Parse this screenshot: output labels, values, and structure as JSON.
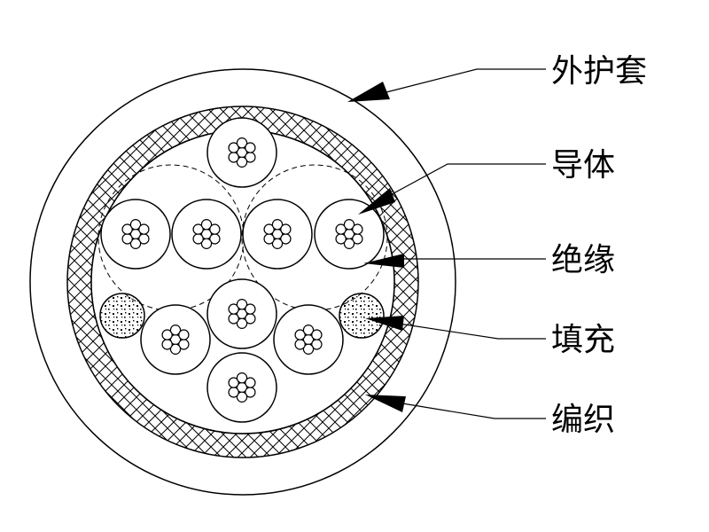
{
  "labels": {
    "jacket": "外护套",
    "conductor": "导体",
    "insulation": "绝缘",
    "filler": "填充",
    "braid": "编织"
  },
  "colors": {
    "stroke": "#000000",
    "background": "#ffffff"
  }
}
